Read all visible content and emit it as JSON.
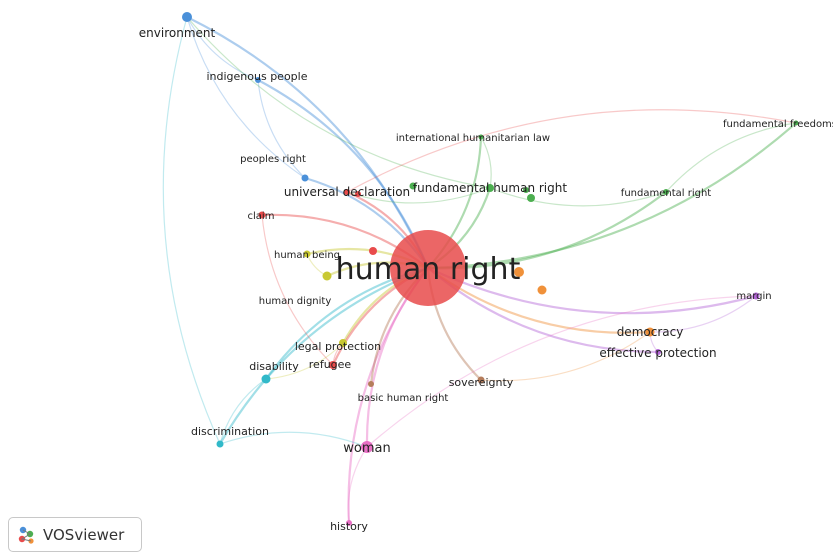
{
  "app": {
    "name": "VOSviewer",
    "logo_icon": "vosviewer-logo-icon"
  },
  "colors": {
    "red": "#e84b4b",
    "blue": "#4a90d9",
    "green": "#4caf50",
    "yellow": "#c8c832",
    "orange": "#f0913a",
    "purple": "#b366d6",
    "cyan": "#31b9c9",
    "pink": "#e86fc5",
    "brown": "#b57d5c"
  },
  "nodes": [
    {
      "id": "human-right",
      "label": "human right",
      "cluster": "red"
    },
    {
      "id": "environment",
      "label": "environment",
      "cluster": "blue"
    },
    {
      "id": "indigenous-people",
      "label": "indigenous people",
      "cluster": "blue"
    },
    {
      "id": "peoples-right",
      "label": "peoples right",
      "cluster": "blue"
    },
    {
      "id": "universal-declaration",
      "label": "universal declaration",
      "cluster": "red"
    },
    {
      "id": "claim",
      "label": "claim",
      "cluster": "red"
    },
    {
      "id": "human-being",
      "label": "human being",
      "cluster": "yellow"
    },
    {
      "id": "human-dignity",
      "label": "human dignity",
      "cluster": "yellow"
    },
    {
      "id": "legal-protection",
      "label": "legal protection",
      "cluster": "yellow"
    },
    {
      "id": "refugee",
      "label": "refugee",
      "cluster": "red"
    },
    {
      "id": "disability",
      "label": "disability",
      "cluster": "cyan"
    },
    {
      "id": "discrimination",
      "label": "discrimination",
      "cluster": "cyan"
    },
    {
      "id": "woman",
      "label": "woman",
      "cluster": "pink"
    },
    {
      "id": "history",
      "label": "history",
      "cluster": "pink"
    },
    {
      "id": "basic-human-right",
      "label": "basic human right",
      "cluster": "brown"
    },
    {
      "id": "sovereignty",
      "label": "sovereignty",
      "cluster": "brown"
    },
    {
      "id": "international-humanitarian-law",
      "label": "international humanitarian law",
      "cluster": "green"
    },
    {
      "id": "fundamental-human-right",
      "label": "fundamental human right",
      "cluster": "green"
    },
    {
      "id": "fundamental-freedoms",
      "label": "fundamental freedoms",
      "cluster": "green"
    },
    {
      "id": "fundamental-right",
      "label": "fundamental right",
      "cluster": "green"
    },
    {
      "id": "margin",
      "label": "margin",
      "cluster": "purple"
    },
    {
      "id": "democracy",
      "label": "democracy",
      "cluster": "orange"
    },
    {
      "id": "effective-protection",
      "label": "effective protection",
      "cluster": "purple"
    }
  ],
  "links": [
    [
      "human-right",
      "environment"
    ],
    [
      "human-right",
      "indigenous-people"
    ],
    [
      "human-right",
      "peoples-right"
    ],
    [
      "human-right",
      "universal-declaration"
    ],
    [
      "human-right",
      "claim"
    ],
    [
      "human-right",
      "human-being"
    ],
    [
      "human-right",
      "human-dignity"
    ],
    [
      "human-right",
      "legal-protection"
    ],
    [
      "human-right",
      "refugee"
    ],
    [
      "human-right",
      "disability"
    ],
    [
      "human-right",
      "discrimination"
    ],
    [
      "human-right",
      "woman"
    ],
    [
      "human-right",
      "history"
    ],
    [
      "human-right",
      "basic-human-right"
    ],
    [
      "human-right",
      "sovereignty"
    ],
    [
      "human-right",
      "international-humanitarian-law"
    ],
    [
      "human-right",
      "fundamental-human-right"
    ],
    [
      "human-right",
      "fundamental-freedoms"
    ],
    [
      "human-right",
      "fundamental-right"
    ],
    [
      "human-right",
      "margin"
    ],
    [
      "human-right",
      "democracy"
    ],
    [
      "human-right",
      "effective-protection"
    ],
    [
      "environment",
      "indigenous-people"
    ],
    [
      "environment",
      "peoples-right"
    ],
    [
      "environment",
      "discrimination"
    ],
    [
      "indigenous-people",
      "peoples-right"
    ],
    [
      "environment",
      "fundamental-human-right"
    ],
    [
      "disability",
      "discrimination"
    ],
    [
      "disability",
      "legal-protection"
    ],
    [
      "woman",
      "history"
    ],
    [
      "woman",
      "discrimination"
    ],
    [
      "democracy",
      "margin"
    ],
    [
      "democracy",
      "effective-protection"
    ],
    [
      "fundamental-human-right",
      "international-humanitarian-law"
    ],
    [
      "fundamental-human-right",
      "fundamental-right"
    ],
    [
      "fundamental-freedoms",
      "fundamental-right"
    ],
    [
      "universal-declaration",
      "fundamental-human-right"
    ],
    [
      "human-being",
      "human-dignity"
    ],
    [
      "legal-protection",
      "refugee"
    ],
    [
      "sovereignty",
      "democracy"
    ],
    [
      "margin",
      "woman"
    ],
    [
      "claim",
      "refugee"
    ],
    [
      "fundamental-freedoms",
      "universal-declaration"
    ]
  ]
}
